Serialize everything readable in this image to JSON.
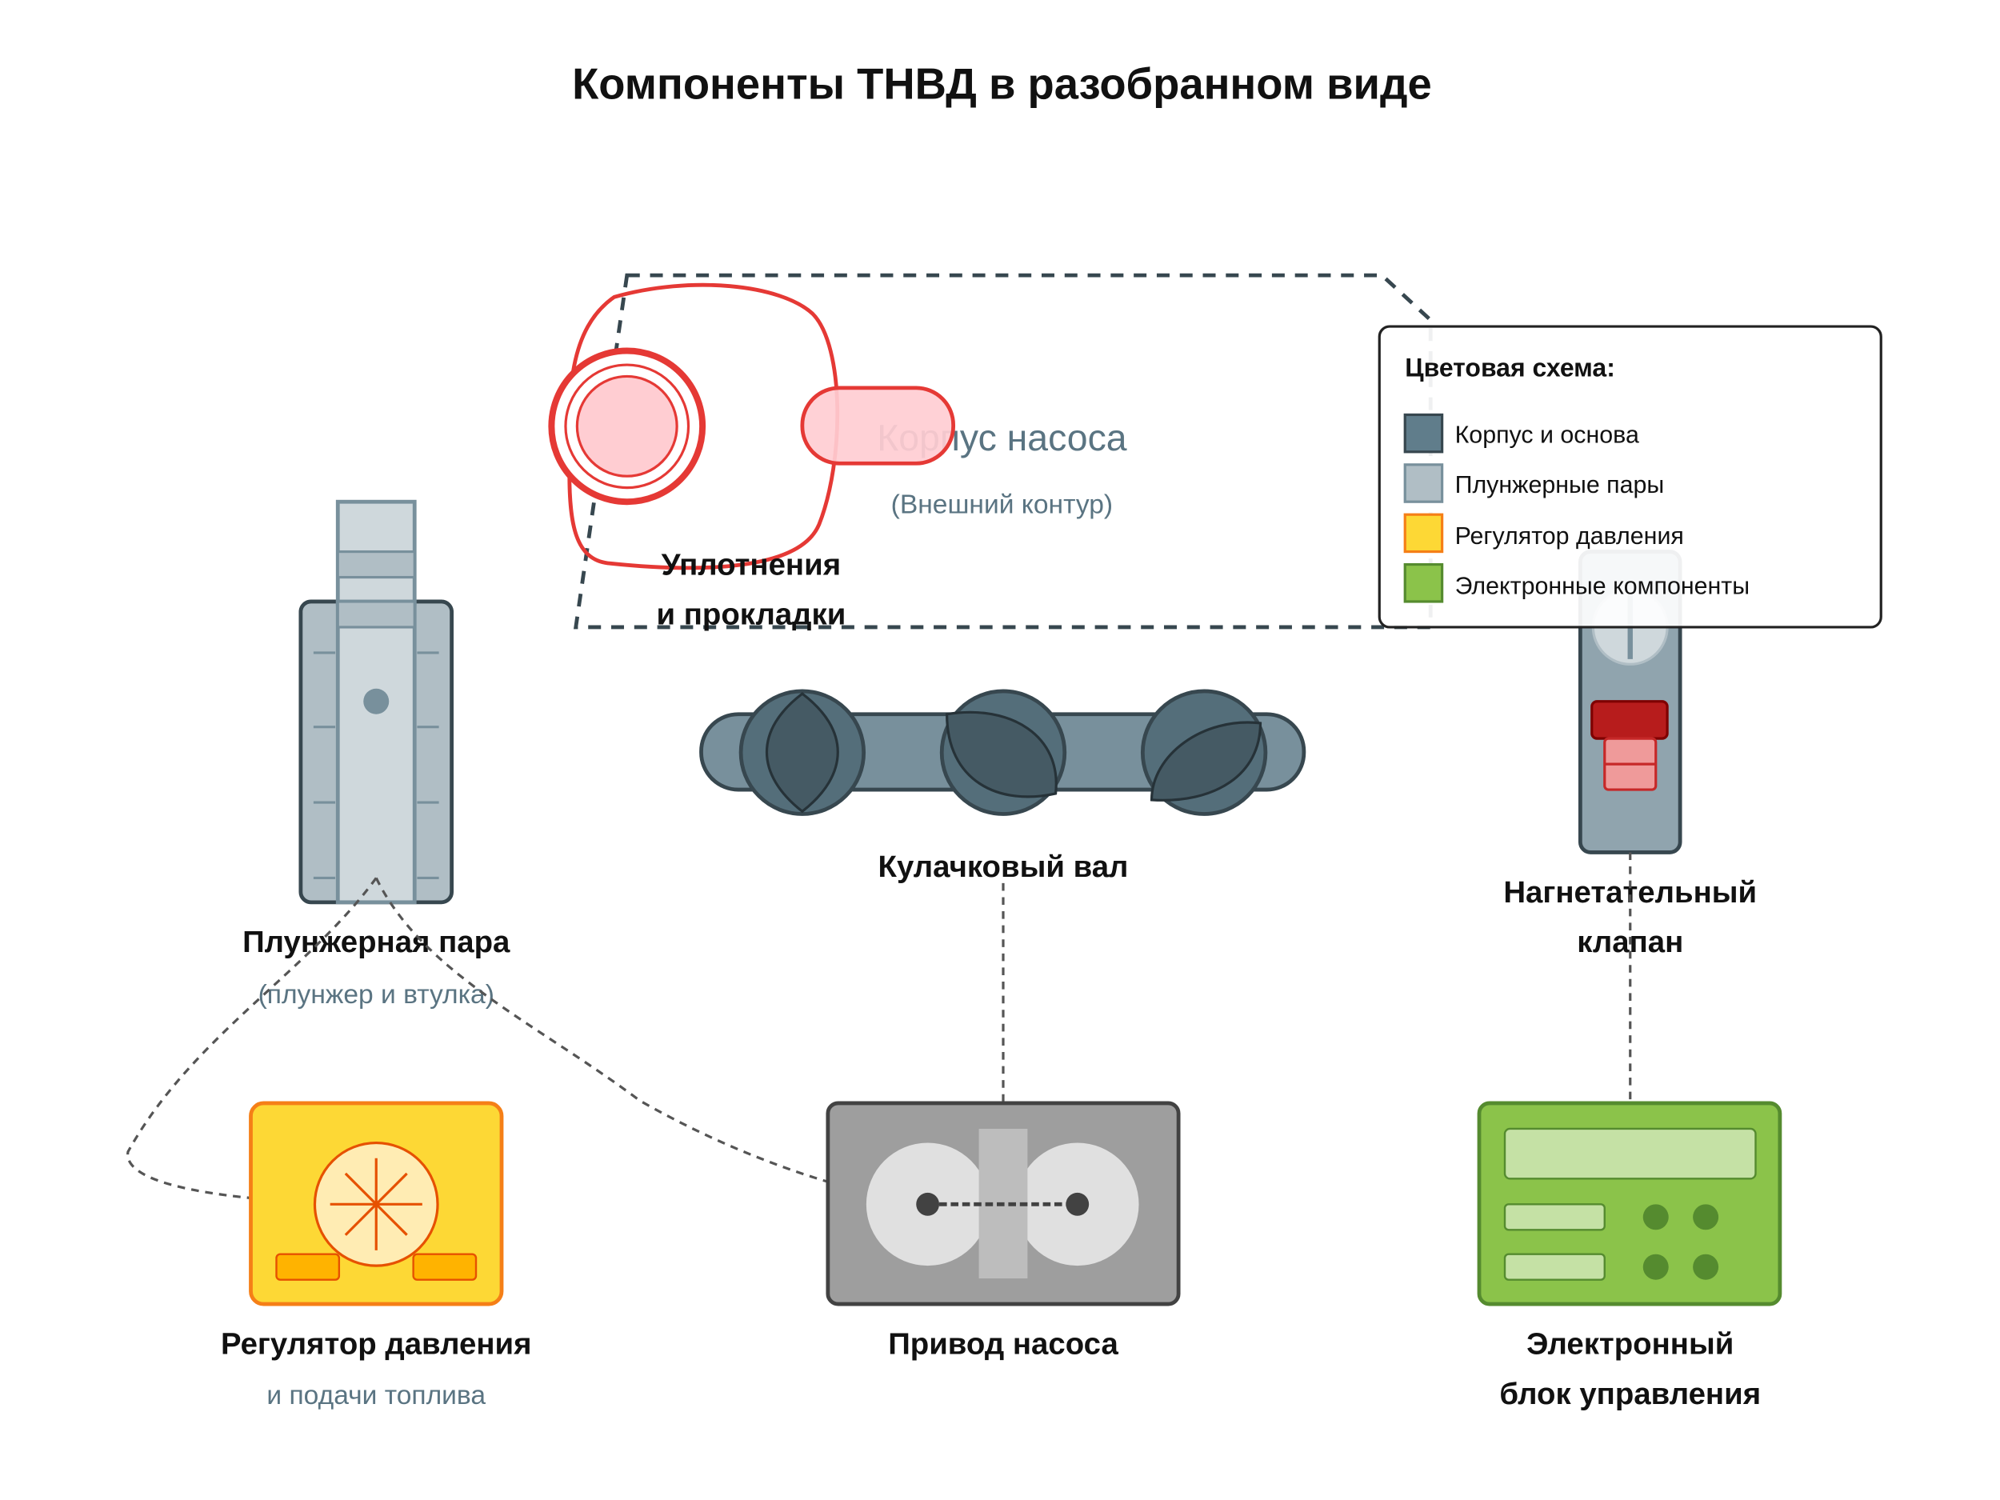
{
  "title": "Компоненты ТНВД в разобранном виде",
  "housing": {
    "label": "Корпус насоса",
    "sublabel": "(Внешний контур)"
  },
  "seals": {
    "label_line1": "Уплотнения",
    "label_line2": "и прокладки"
  },
  "plunger": {
    "label": "Плунжерная пара",
    "sublabel": "(плунжер и втулка)"
  },
  "camshaft": {
    "label": "Кулачковый вал"
  },
  "delivery_valve": {
    "label_line1": "Нагнетательный",
    "label_line2": "клапан"
  },
  "regulator": {
    "label": "Регулятор давления",
    "sublabel": "и подачи топлива"
  },
  "drive": {
    "label": "Привод насоса"
  },
  "ecu": {
    "label_line1": "Электронный",
    "label_line2": "блок управления"
  },
  "legend": {
    "title": "Цветовая схема:",
    "items": [
      {
        "label": "Корпус и основа",
        "color": "#607d8b"
      },
      {
        "label": "Плунжерные пары",
        "color": "#b0bec5"
      },
      {
        "label": "Регулятор давления",
        "color": "#fdd835"
      },
      {
        "label": "Электронные компоненты",
        "color": "#8bc34a"
      }
    ]
  },
  "colors": {
    "housing_outline": "#37474f",
    "seal_red": "#e53935",
    "seal_fill": "#ffcdd2",
    "cam_body": "#78909c",
    "cam_lobe": "#455a64",
    "plunger_sleeve": "#b0bec5",
    "plunger_core": "#cfd8dc",
    "regulator_bg": "#fdd835",
    "regulator_border": "#f57f17",
    "drive_bg": "#9e9e9e",
    "ecu_bg": "#8bc34a",
    "ecu_border": "#558b2f",
    "valve_red": "#b71c1c"
  }
}
